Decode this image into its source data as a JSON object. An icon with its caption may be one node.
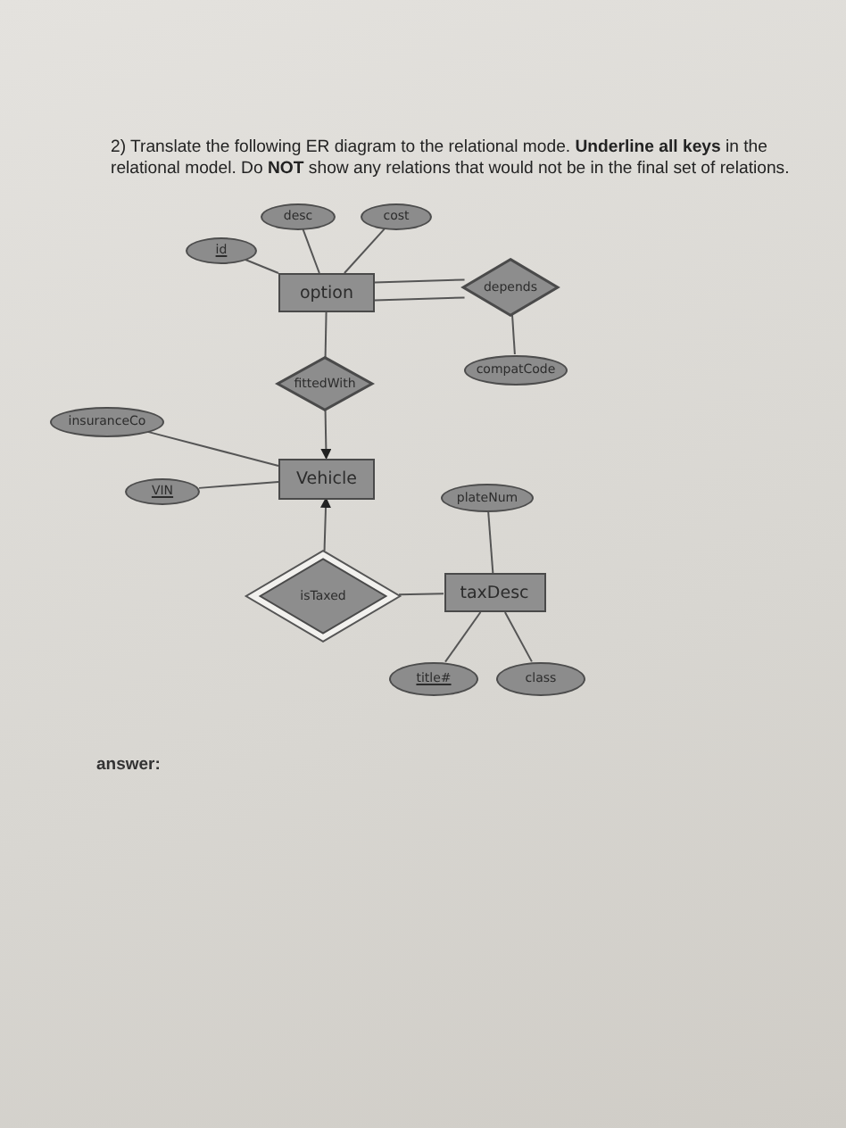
{
  "diagram": {
    "title": "2) Translate the following ER diagram to the relational mode. **Underline all keys** in the relational model. Do **NOT** show any relations that would not be in the final set of relations.",
    "nodes": [
      {
        "text": [
          "desc"
        ]
      },
      {
        "text": [
          "cost"
        ]
      },
      {
        "text": [
          "id"
        ]
      },
      {
        "text": [
          "option"
        ]
      },
      {
        "text": [
          "depends"
        ]
      },
      {
        "text": [
          "compatCode"
        ]
      },
      {
        "text": [
          "fittedWith"
        ]
      },
      {
        "text": [
          "insuranceCo"
        ]
      },
      {
        "text": [
          "Vehicle"
        ]
      },
      {
        "text": [
          "VIN"
        ]
      },
      {
        "text": [
          "plateNum"
        ]
      },
      {
        "text": [
          "isTaxed"
        ]
      },
      {
        "text": [
          "taxDesc"
        ]
      },
      {
        "text": [
          "title#"
        ]
      },
      {
        "text": [
          "class"
        ]
      }
    ],
    "edges": [
      {
        "from": 0,
        "to": 3,
        "arrow": "none"
      },
      {
        "from": 1,
        "to": 3,
        "arrow": "none"
      },
      {
        "from": 2,
        "to": 3,
        "arrow": "none"
      },
      {
        "from": 3,
        "to": 4,
        "arrow": "none"
      },
      {
        "from": 3,
        "to": 4,
        "arrow": "none"
      },
      {
        "from": 4,
        "to": 5,
        "arrow": "none"
      },
      {
        "from": 3,
        "to": 6,
        "arrow": "none"
      },
      {
        "from": 6,
        "to": 8,
        "arrow": "to"
      },
      {
        "from": 7,
        "to": 8,
        "arrow": "none"
      },
      {
        "from": 9,
        "to": 8,
        "arrow": "none"
      },
      {
        "from": 11,
        "to": 8,
        "arrow": "to"
      },
      {
        "from": 11,
        "to": 12,
        "arrow": "none"
      },
      {
        "from": 10,
        "to": 12,
        "arrow": "none"
      },
      {
        "from": 12,
        "to": 13,
        "arrow": "none"
      },
      {
        "from": 12,
        "to": 14,
        "arrow": "none"
      }
    ],
    "labels": [
      "answer:"
    ]
  }
}
